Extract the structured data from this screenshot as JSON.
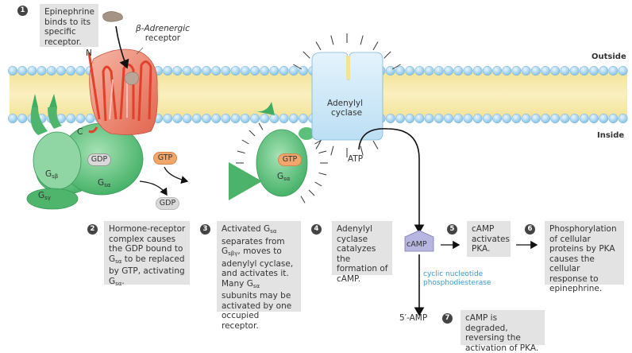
{
  "regions": {
    "outside": "Outside",
    "inside": "Inside"
  },
  "labels": {
    "receptor": [
      "β-Adrenergic",
      "receptor"
    ],
    "n_terminus": "N",
    "c_terminus": "C",
    "adenylyl_cyclase": [
      "Adenylyl",
      "cyclase"
    ],
    "atp": "ATP",
    "camp": "cAMP",
    "five_amp": "5′-AMP",
    "pde": [
      "cyclic nucleotide",
      "phosphodiesterase"
    ],
    "gdp_bound": "GDP",
    "gtp_free": "GTP",
    "gdp_free": "GDP",
    "gtp_bound": "GTP",
    "gs_beta": "G",
    "gs_beta_sub": "sβ",
    "gs_gamma": "G",
    "gs_gamma_sub": "sγ",
    "gs_alpha": "G",
    "gs_alpha_sub": "sα",
    "gs_alpha_active": "G",
    "gs_alpha_active_sub": "sα"
  },
  "steps": [
    {
      "num": "1",
      "text": "Epinephrine binds to its specific receptor."
    },
    {
      "num": "2",
      "text_parts": [
        "Hormone-receptor complex causes the GDP bound to G",
        "sα",
        " to be replaced by GTP, activating G",
        "sα",
        "."
      ]
    },
    {
      "num": "3",
      "text_parts": [
        "Activated G",
        "sα",
        " separates from G",
        "sβγ",
        ", moves to adenylyl cyclase, and activates it. Many G",
        "sα",
        " subunits may be activated by one occupied receptor."
      ]
    },
    {
      "num": "4",
      "text": "Adenylyl cyclase catalyzes the formation of cAMP."
    },
    {
      "num": "5",
      "text": "cAMP activates PKA."
    },
    {
      "num": "6",
      "text": "Phosphorylation of cellular proteins by PKA causes the cellular response to epinephrine."
    },
    {
      "num": "7",
      "text": "cAMP is degraded, reversing the activation of PKA."
    }
  ],
  "colors": {
    "membrane_head": "#b9dcf0",
    "membrane_core": "#f6e9a8",
    "receptor": "#e9826f",
    "g_protein": "#5cbf7a",
    "cyclase": "#cfe8f7",
    "gtp": "#f2a66a",
    "gdp": "#d9d9d9",
    "camp": "#b7b6e0",
    "pde_text": "#3b9ad6"
  }
}
